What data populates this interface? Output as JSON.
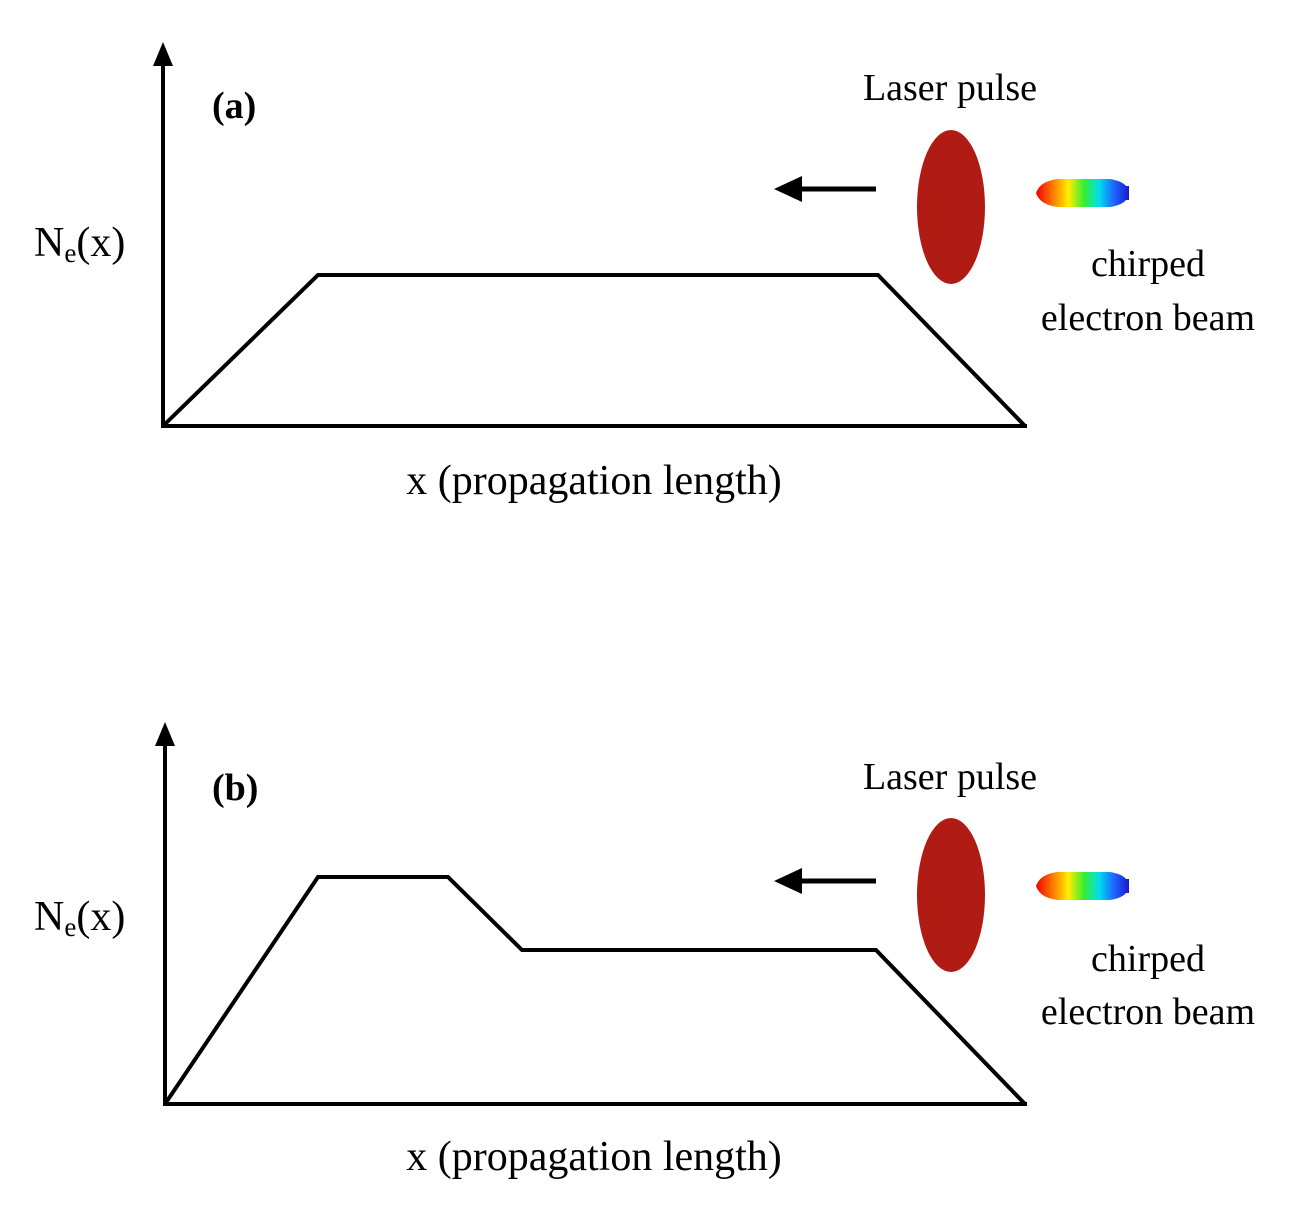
{
  "panels": [
    {
      "label": "(a)",
      "ylabel_main": "N",
      "ylabel_sub": "e",
      "ylabel_rest": "(x)",
      "xlabel": "x (propagation length)",
      "laser_label": "Laser pulse",
      "beam_label_line1": "chirped",
      "beam_label_line2": "electron beam"
    },
    {
      "label": "(b)",
      "ylabel_main": "N",
      "ylabel_sub": "e",
      "ylabel_rest": "(x)",
      "xlabel": "x (propagation length)",
      "laser_label": "Laser pulse",
      "beam_label_line1": "chirped",
      "beam_label_line2": "electron beam"
    }
  ],
  "colors": {
    "laser_pulse": "#b01c14",
    "line": "#000000",
    "beam_gradient": [
      "#ff0000",
      "#ff8800",
      "#ffff00",
      "#00ff00",
      "#00ffff",
      "#0066ff",
      "#0000cc"
    ]
  }
}
